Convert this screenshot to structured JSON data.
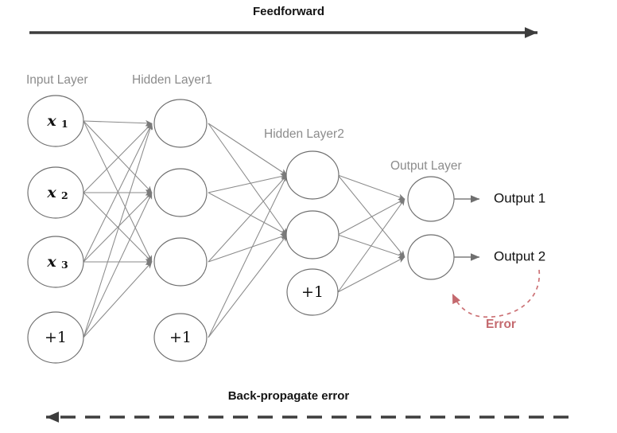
{
  "figure": {
    "title_top": "Feedforward",
    "title_bottom": "Back-propagate error",
    "background_color": "#ffffff",
    "node_stroke_color": "#6e6e6e",
    "edge_color": "#8a8a8a",
    "label_color": "#8c8c8c",
    "arrow_color": "#3d3d3d",
    "error_color": "#c4696e"
  },
  "layer_labels": {
    "input": "Input Layer",
    "hidden1": "Hidden Layer1",
    "hidden2": "Hidden Layer2",
    "output": "Output Layer"
  },
  "nodes": {
    "input": [
      {
        "base": "x",
        "sub": "1",
        "kind": "variable"
      },
      {
        "base": "x",
        "sub": "2",
        "kind": "variable"
      },
      {
        "base": "x",
        "sub": "3",
        "kind": "variable"
      },
      {
        "base": "+1",
        "sub": "",
        "kind": "bias"
      }
    ],
    "hidden1": [
      {
        "base": "",
        "sub": "",
        "kind": "unit"
      },
      {
        "base": "",
        "sub": "",
        "kind": "unit"
      },
      {
        "base": "",
        "sub": "",
        "kind": "unit"
      },
      {
        "base": "+1",
        "sub": "",
        "kind": "bias"
      }
    ],
    "hidden2": [
      {
        "base": "",
        "sub": "",
        "kind": "unit"
      },
      {
        "base": "",
        "sub": "",
        "kind": "unit"
      },
      {
        "base": "+1",
        "sub": "",
        "kind": "bias"
      }
    ],
    "output": [
      {
        "base": "",
        "sub": "",
        "kind": "unit"
      },
      {
        "base": "",
        "sub": "",
        "kind": "unit"
      }
    ]
  },
  "outputs": [
    {
      "label": "Output 1"
    },
    {
      "label": "Output 2"
    }
  ],
  "error": {
    "label": "Error"
  },
  "chart_data": {
    "type": "diagram",
    "title": "Feedforward neural network with back-propagation",
    "architecture": [
      4,
      4,
      3,
      2
    ],
    "layers": [
      {
        "name": "Input Layer",
        "units": 3,
        "bias": true,
        "unit_labels": [
          "x1",
          "x2",
          "x3"
        ]
      },
      {
        "name": "Hidden Layer1",
        "units": 3,
        "bias": true,
        "unit_labels": [
          "",
          "",
          ""
        ]
      },
      {
        "name": "Hidden Layer2",
        "units": 2,
        "bias": true,
        "unit_labels": [
          "",
          ""
        ]
      },
      {
        "name": "Output Layer",
        "units": 2,
        "bias": false,
        "unit_labels": [
          "Output 1",
          "Output 2"
        ]
      }
    ],
    "annotations": [
      "Feedforward",
      "Back-propagate error",
      "Error"
    ]
  }
}
